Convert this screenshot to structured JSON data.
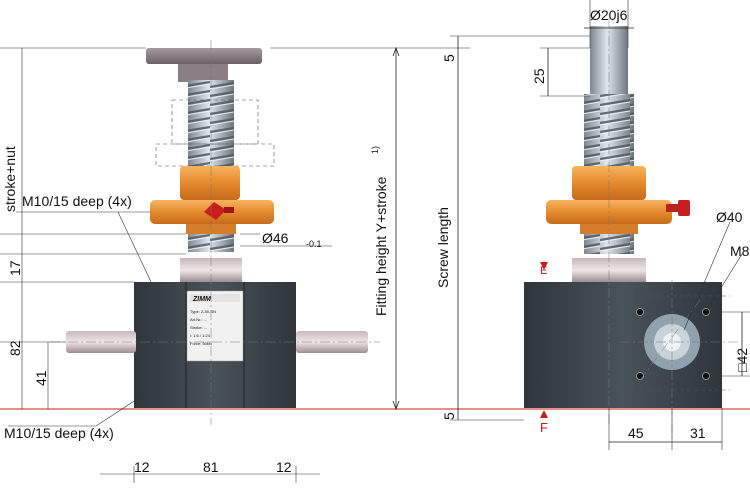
{
  "labels": {
    "stroke_nut": "stroke+nut",
    "thread_top": "M10/15 deep (4x)",
    "thread_bottom": "M10/15 deep (4x)",
    "shaft_dia": "Ø46",
    "shaft_tol": "-0.1",
    "dim_17": "17",
    "dim_82": "82",
    "dim_41": "41",
    "fitting_height": "Fitting height Y+stroke",
    "fitting_sup": "1)",
    "dim_5_top": "5",
    "dim_5_bottom": "5",
    "journal_dia": "Ø20j6",
    "dim_25": "25",
    "screw_length": "Screw length",
    "force_e": "E",
    "force_f": "F",
    "hole_40": "Ø40",
    "thread_m8": "M8",
    "dim_42": "□42",
    "dim_45": "45",
    "dim_31": "31",
    "dim_12_left": "12",
    "dim_81": "81",
    "dim_12_right": "12"
  },
  "nameplate": {
    "brand": "ZIMM",
    "lines": [
      "Type:   Z-50-SN",
      "Art.Nr.: ...",
      "Stroke:  ...",
      "i:  1:6 / 1:24",
      "Force:   50kN"
    ]
  },
  "colors": {
    "housing": "#3d4449",
    "nut": "#e8943a",
    "handle": "#c81e1e",
    "screw": "#a7b2bc",
    "floor": "#e06b5a"
  }
}
